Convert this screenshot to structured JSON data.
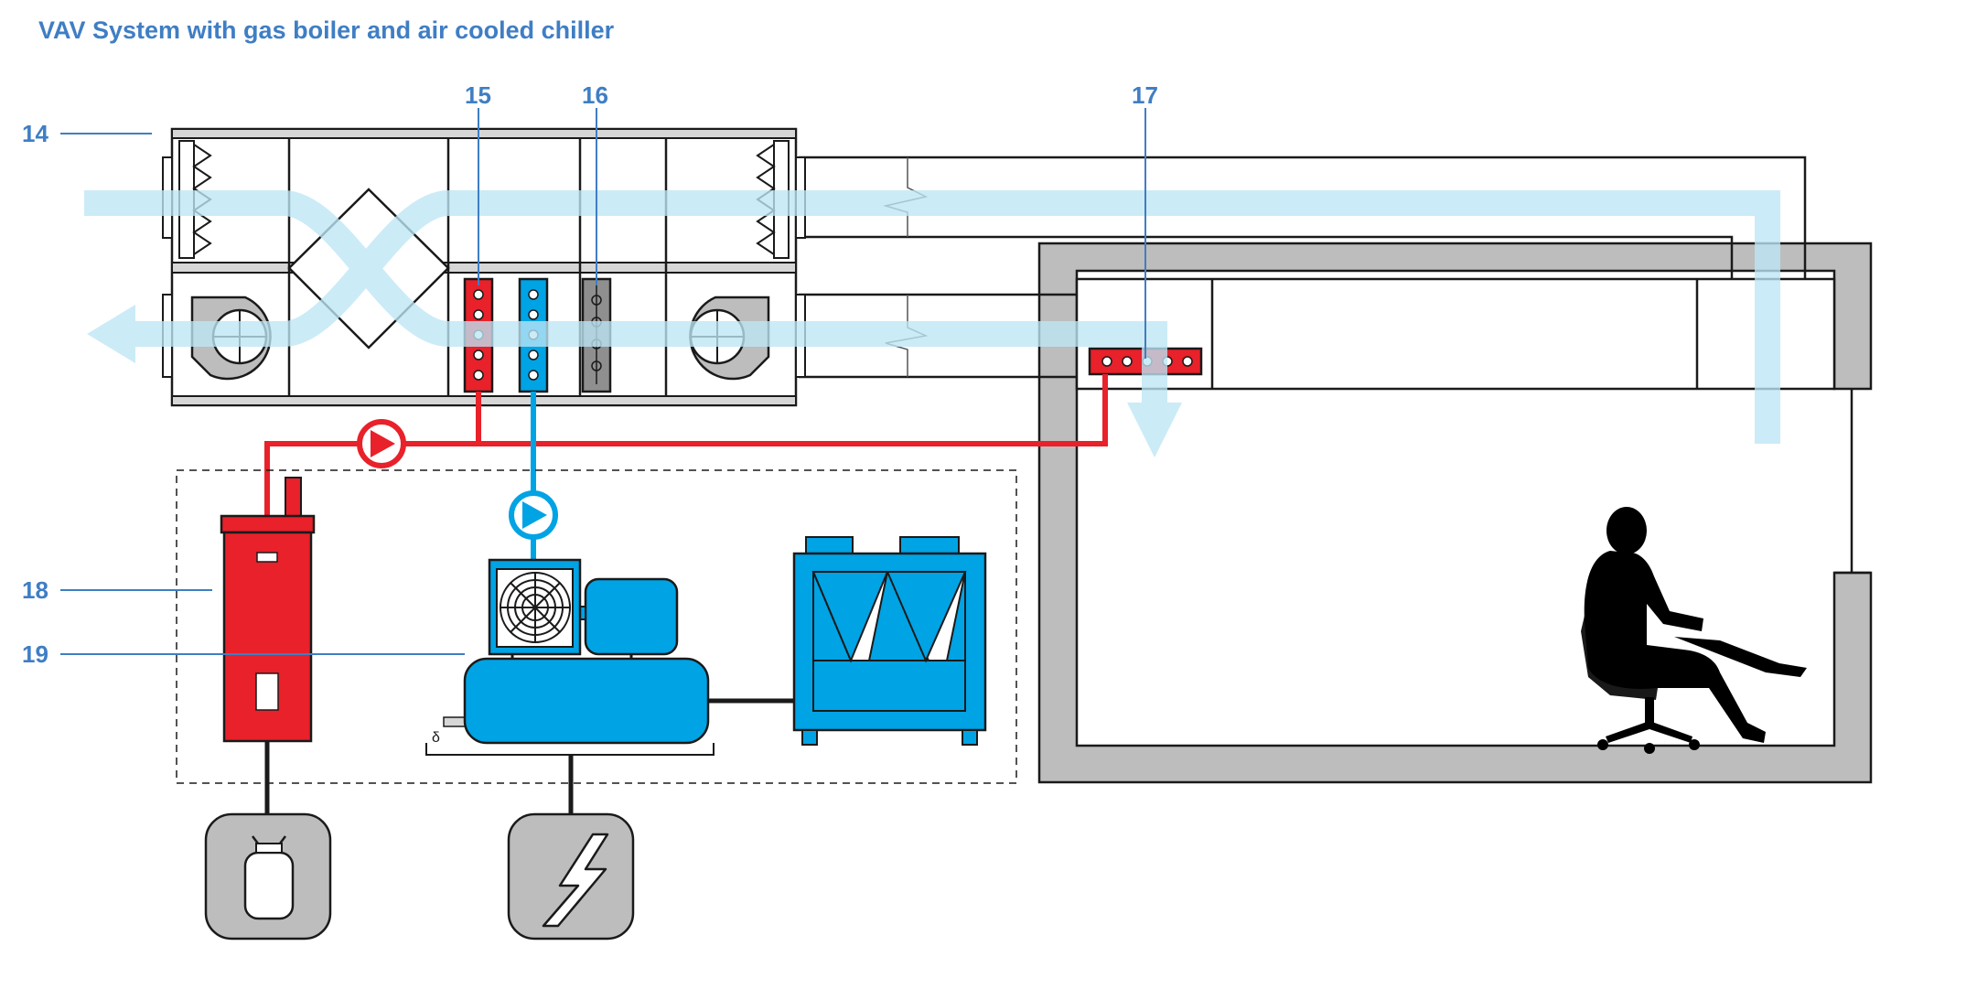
{
  "title": "VAV System with gas boiler and air cooled chiller",
  "callouts": [
    {
      "id": "14",
      "label": "14",
      "refers_to": "air-handling-unit"
    },
    {
      "id": "15",
      "label": "15",
      "refers_to": "heating-coil"
    },
    {
      "id": "16",
      "label": "16",
      "refers_to": "humidifier"
    },
    {
      "id": "17",
      "label": "17",
      "refers_to": "vav-reheat-coil"
    },
    {
      "id": "18",
      "label": "18",
      "refers_to": "gas-boiler"
    },
    {
      "id": "19",
      "label": "19",
      "refers_to": "chiller-compressor"
    }
  ],
  "colors": {
    "accent_text": "#3f7ec4",
    "hot_water": "#e8212a",
    "chilled_water": "#00a3e4",
    "airflow": "#bde6f6",
    "wall": "#bdbdbd",
    "outline": "#1a1a1a"
  },
  "icons": [
    "gas-cylinder-icon",
    "lightning-bolt-icon",
    "pump-icon",
    "fan-icon",
    "person-silhouette-icon"
  ]
}
